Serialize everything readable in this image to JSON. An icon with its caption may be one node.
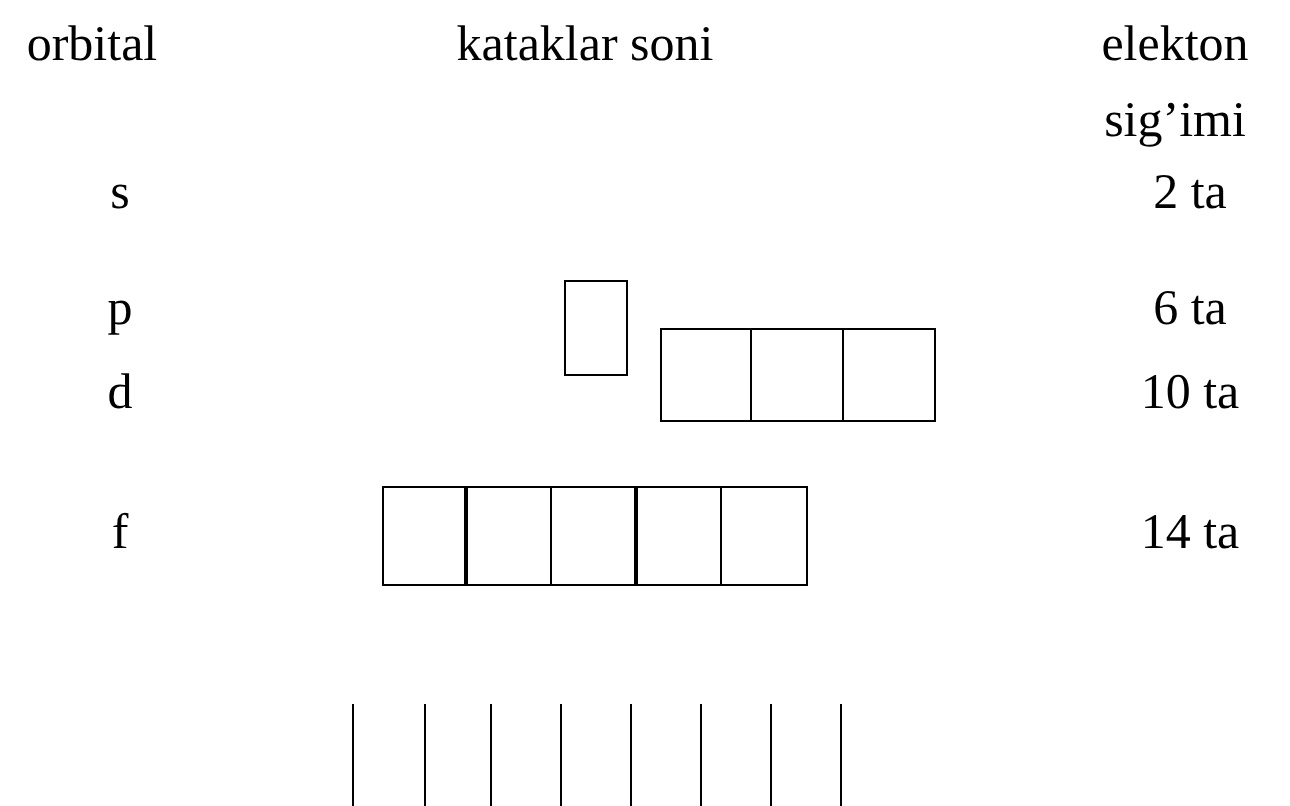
{
  "diagram": {
    "nodes": [
      {
        "text": [],
        "shape": "box"
      },
      {
        "text": [],
        "shape": "box"
      },
      {
        "text": [],
        "shape": "box"
      },
      {
        "text": [],
        "shape": "box"
      },
      {
        "text": [],
        "shape": "box"
      },
      {
        "text": [],
        "shape": "box"
      },
      {
        "text": [],
        "shape": "box"
      },
      {
        "text": [],
        "shape": "box"
      },
      {
        "text": [],
        "shape": "box"
      },
      {
        "text": [],
        "shape": "box"
      },
      {
        "text": [],
        "shape": "box"
      },
      {
        "text": [],
        "shape": "box"
      },
      {
        "text": [],
        "shape": "box"
      },
      {
        "text": [],
        "shape": "box"
      },
      {
        "text": [],
        "shape": "box"
      },
      {
        "text": [],
        "shape": "box"
      }
    ],
    "labels": [
      "orbital",
      "kataklar soni",
      "elekton sig’imi",
      "s",
      "2 ta",
      "p",
      "6 ta",
      "d",
      "10 ta",
      "f",
      "14 ta"
    ]
  }
}
